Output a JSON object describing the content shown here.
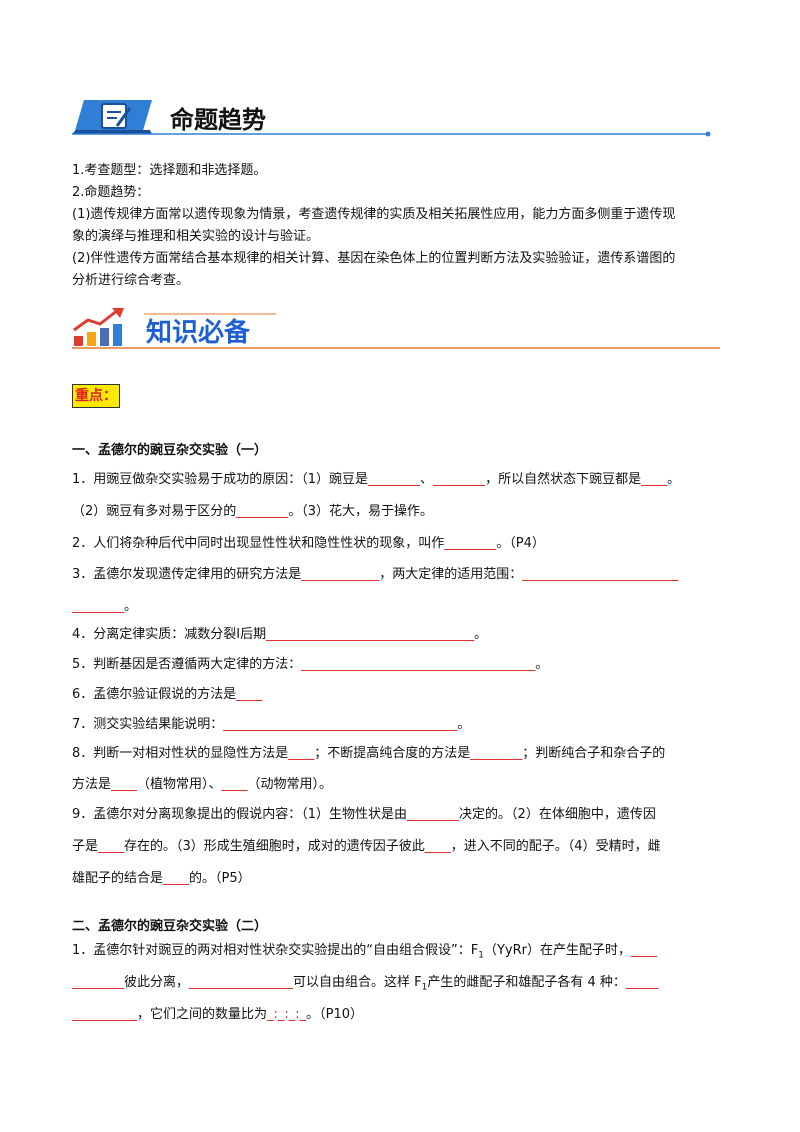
{
  "section1": {
    "title": "命题趋势",
    "items": [
      "1.考查题型：选择题和非选择题。",
      "2.命题趋势：",
      "(1)遗传规律方面常以遗传现象为情景，考查遗传规律的实质及相关拓展性应用，能力方面多侧重于遗传现",
      "象的演绎与推理和相关实验的设计与验证。",
      "(2)伴性遗传方面常结合基本规律的相关计算、基因在染色体上的位置判断方法及实验验证，遗传系谱图的",
      "分析进行综合考查。"
    ]
  },
  "section2": {
    "title": "知识必备"
  },
  "key_label": "重点：",
  "part1": {
    "heading": "一、孟德尔的豌豆杂交实验（一）",
    "q1a": "1．用豌豆做杂交实验易于成功的原因：（1）豌豆是",
    "q1b": "、",
    "q1c": "，所以自然状态下豌豆都是",
    "q1d": "。",
    "q1e": "（2）豌豆有多对易于区分的",
    "q1f": "。（3）花大，易于操作。",
    "q2a": "2．人们将杂种后代中同时出现显性性状和隐性性状的现象，叫作",
    "q2b": "。（P4）",
    "q3a": "3．孟德尔发现遗传定律用的研究方法是",
    "q3b": "，两大定律的适用范围：",
    "q3c": "。",
    "q4a": "4．分离定律实质：减数分裂Ⅰ后期",
    "q4b": "。",
    "q5a": "5．判断基因是否遵循两大定律的方法：",
    "q5b": "。",
    "q6a": "6．孟德尔验证假说的方法是",
    "q7a": "7．测交实验结果能说明：",
    "q7b": "。",
    "q8a": "8．判断一对相对性状的显隐性方法是",
    "q8b": "；不断提高纯合度的方法是",
    "q8c": "；判断纯合子和杂合子的",
    "q8d": "方法是",
    "q8e": "（植物常用）、",
    "q8f": "（动物常用）。",
    "q9a": "9．孟德尔对分离现象提出的假说内容：（1）生物性状是由",
    "q9b": "决定的。（2）在体细胞中，遗传因",
    "q9c": "子是",
    "q9d": "存在的。（3）形成生殖细胞时，成对的遗传因子彼此",
    "q9e": "，进入不同的配子。（4）受精时，雌",
    "q9f": "雄配子的结合是",
    "q9g": "的。（P5）"
  },
  "part2": {
    "heading": "二、孟德尔的豌豆杂交实验（二）",
    "q1a": "1．孟德尔针对豌豆的两对相对性状杂交实验提出的“自由组合假设”：F",
    "q1sub": "1",
    "q1b": "（YyRr）在产生配子时，",
    "q1c": "彼此分离，",
    "q1d": "可以自由组合。这样 F",
    "q1sub2": "1",
    "q1e": "产生的雌配子和雄配子各有 4 种：",
    "q1f": "，它们之间的数量比为",
    "q1g": "。（P10）"
  }
}
